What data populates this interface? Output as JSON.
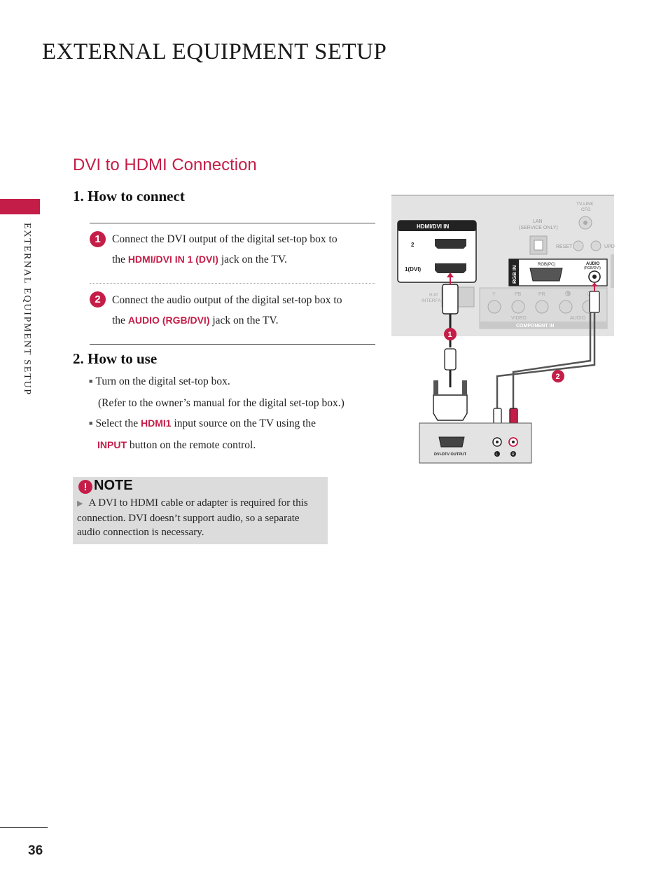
{
  "page": {
    "title": "EXTERNAL EQUIPMENT SETUP",
    "side_tab": "EXTERNAL EQUIPMENT SETUP",
    "page_number": "36"
  },
  "section": {
    "title": "DVI to HDMI Connection"
  },
  "how_to_connect": {
    "heading": "1. How to connect",
    "steps": [
      {
        "num": "1",
        "line1": "Connect the DVI output of the digital set-top box to",
        "prefix": "the",
        "highlight": "HDMI/DVI IN 1 (DVI)",
        "suffix": "jack on the TV."
      },
      {
        "num": "2",
        "line1": "Connect the audio output of the digital set-top box to",
        "prefix": "the",
        "highlight": "AUDIO (RGB/DVI)",
        "suffix": "jack on the TV."
      }
    ]
  },
  "how_to_use": {
    "heading": "2. How to use",
    "bullet1": "Turn on the digital set-top box.",
    "bullet1_sub": "(Refer to the owner’s manual for the digital set-top box.)",
    "bullet2_prefix": "Select the",
    "bullet2_highlight": "HDMI1",
    "bullet2_suffix": "input source on the TV using the",
    "bullet2_line2_highlight": "INPUT",
    "bullet2_line2_suffix": "button on the remote control."
  },
  "note": {
    "icon": "!",
    "label": "NOTE",
    "text": "A DVI to HDMI cable or adapter is required for this connection. DVI doesn’t support audio, so a separate audio connection is necessary."
  },
  "diagram": {
    "tv_panel": {
      "hdmi_label": "HDMI/DVI IN",
      "hdmi_port2": "2",
      "hdmi_port1": "1(DVI)",
      "lan_label1": "LAN",
      "lan_label2": "(SERVICE ONLY)",
      "tvlink_label1": "TV-LINK",
      "tvlink_label2": "CFG",
      "reset_label": "RESET",
      "upd_label": "UPD",
      "rgb_in_label": "RGB IN",
      "rgb_pc_label": "RGB(PC)",
      "audio_label1": "AUDIO",
      "audio_label2": "(RGB/DVI)",
      "rs_label1": "RJP",
      "rs_label2": "INTERFA",
      "comp_y": "Y",
      "comp_pb": "PB",
      "comp_pr": "PR",
      "comp_l": "L",
      "comp_r": "R",
      "video_label": "VIDEO",
      "audio_comp_label": "AUDIO",
      "component_label": "COMPONENT IN"
    },
    "stb": {
      "dvi_output_label": "DVI-DTV OUTPUT",
      "audio_l": "L",
      "audio_r": "R"
    },
    "callout1": "1",
    "callout2": "2",
    "colors": {
      "accent": "#c41e48",
      "panel_gray": "#e3e3e3",
      "dark": "#222222"
    }
  }
}
